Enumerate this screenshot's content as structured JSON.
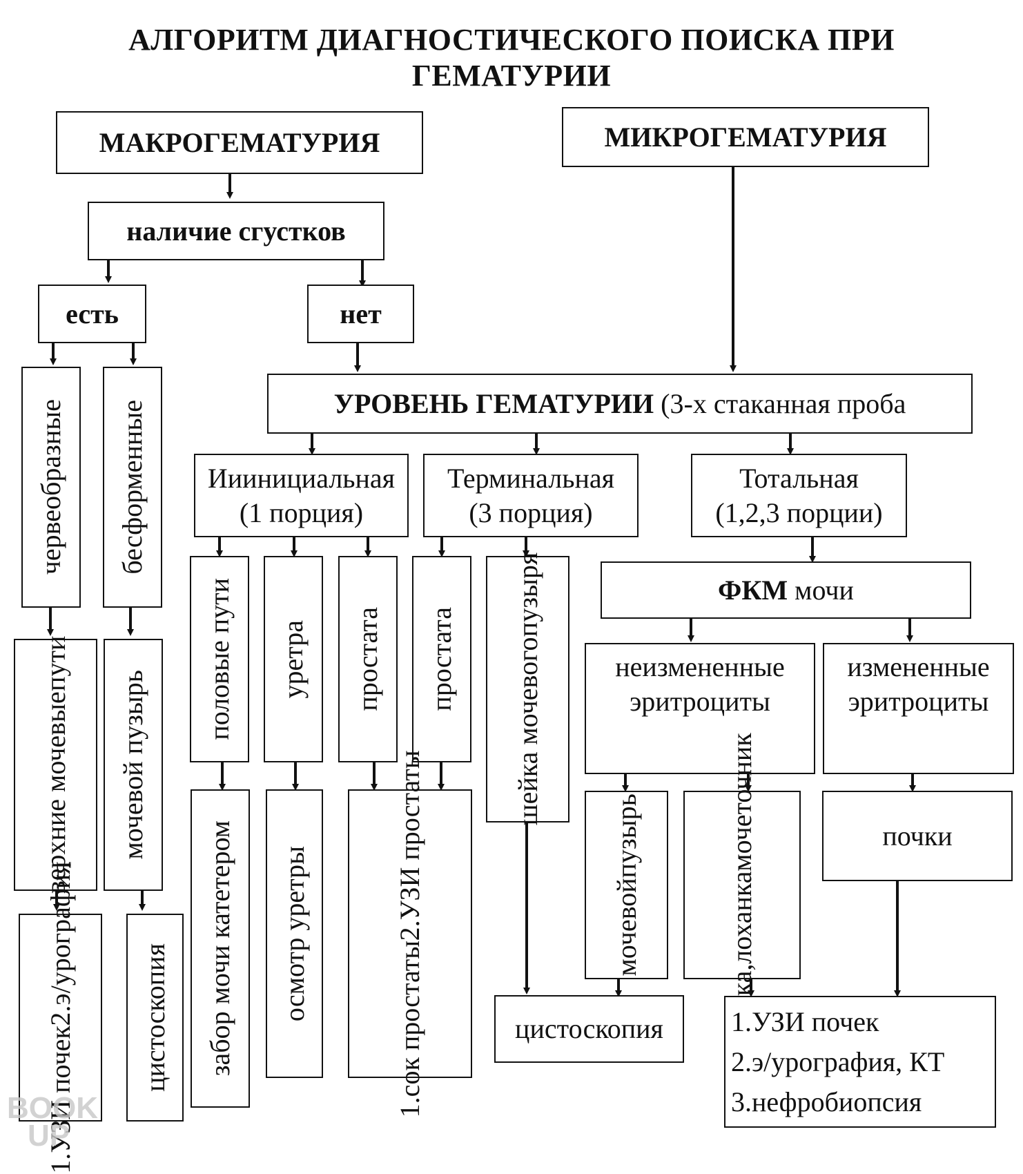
{
  "title": {
    "line1": "АЛГОРИТМ ДИАГНОСТИЧЕСКОГО ПОИСКА ПРИ",
    "line2": "ГЕМАТУРИИ"
  },
  "nodes": {
    "macro": "МАКРОГЕМАТУРИЯ",
    "micro": "МИКРОГЕМАТУРИЯ",
    "clots": "наличие сгустков",
    "yes": "есть",
    "no": "нет",
    "worm": "червеобразные",
    "shapeless": "бесформенные",
    "upper_tract": [
      "верхние мочевые",
      "пути"
    ],
    "bladder": "мочевой пузырь",
    "kidney_exam": [
      "1.УЗИ почек",
      "2.э/урография"
    ],
    "cystoscopy_left": "цистоскопия",
    "level_bold": "УРОВЕНЬ ГЕМАТУРИИ",
    "level_rest": " (3-х стаканная проба",
    "initial": [
      "Ииинициальная",
      "(1 порция)"
    ],
    "terminal": [
      "Терминальная",
      "(3 порция)"
    ],
    "total": [
      "Тотальная",
      "(1,2,3 порции)"
    ],
    "genital": "половые пути",
    "urethra": "уретра",
    "prostate1": "простата",
    "prostate2": "простата",
    "bladder_neck": [
      "шейка мочевого",
      "пузыря"
    ],
    "catheter": "забор мочи катетером",
    "urethra_exam": "осмотр уретры",
    "prostate_exam": [
      "1.сок простаты",
      "2.УЗИ простаты"
    ],
    "cystoscopy_mid": "цистоскопия",
    "fkm_bold": "ФКМ",
    "fkm_rest": " мочи",
    "unchanged": [
      "неизмененные",
      "эритроциты"
    ],
    "changed": [
      "измененные",
      "эритроциты"
    ],
    "bladder2": [
      "мочевой",
      "пузырь"
    ],
    "pelvis": [
      "почка,",
      "лоханка",
      "мочеточник"
    ],
    "kidneys": "почки",
    "final_exam": [
      "1.УЗИ почек",
      "2.э/урография, КТ",
      "3.нефробиопсия"
    ]
  },
  "watermark": [
    "BOOK",
    "UP"
  ]
}
